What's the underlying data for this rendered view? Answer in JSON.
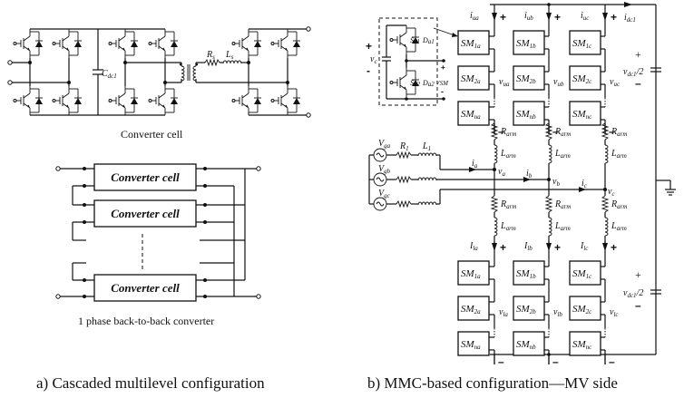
{
  "panel_a": {
    "converter_cell_caption": "Converter cell",
    "capacitor_label": "C",
    "capacitor_sub": "dc1",
    "rs_label": "R",
    "rs_sub": "s",
    "ls_label": "L",
    "ls_sub": "s",
    "cascade_boxes": [
      "Converter cell",
      "Converter cell",
      "Converter cell"
    ],
    "cascade_caption": "1 phase back-to-back converter",
    "caption": "a) Cascaded multilevel configuration"
  },
  "panel_b": {
    "caption": "b) MMC-based configuration—MV side",
    "submodule": {
      "vc": "v",
      "vc_sub": "c",
      "sa1": "S",
      "sa1_sub": "a1",
      "da1": "D",
      "da1_sub": "a1",
      "sa2": "S",
      "sa2_sub": "a2",
      "da2": "D",
      "da2_sub": "a2",
      "vsm": "v",
      "vsm_sub": "SM",
      "plus": "+",
      "minus": "-"
    },
    "upper_arms": [
      {
        "current": "i",
        "current_sub": "ua",
        "voltage": "v",
        "voltage_sub": "ua",
        "modules": [
          [
            "SM",
            "1a"
          ],
          [
            "SM",
            "2a"
          ],
          [
            "SM",
            "na"
          ]
        ]
      },
      {
        "current": "i",
        "current_sub": "ub",
        "voltage": "v",
        "voltage_sub": "ub",
        "modules": [
          [
            "SM",
            "1b"
          ],
          [
            "SM",
            "2b"
          ],
          [
            "SM",
            "nb"
          ]
        ]
      },
      {
        "current": "i",
        "current_sub": "uc",
        "voltage": "v",
        "voltage_sub": "uc",
        "modules": [
          [
            "SM",
            "1c"
          ],
          [
            "SM",
            "2c"
          ],
          [
            "SM",
            "nc"
          ]
        ]
      }
    ],
    "lower_arms": [
      {
        "current": "I",
        "current_sub": "la",
        "voltage": "v",
        "voltage_sub": "la",
        "modules": [
          [
            "SM",
            "1a"
          ],
          [
            "SM",
            "2a"
          ],
          [
            "SM",
            "na"
          ]
        ]
      },
      {
        "current": "I",
        "current_sub": "lb",
        "voltage": "v",
        "voltage_sub": "lb",
        "modules": [
          [
            "SM",
            "1b"
          ],
          [
            "SM",
            "2b"
          ],
          [
            "SM",
            "nb"
          ]
        ]
      },
      {
        "current": "I",
        "current_sub": "lc",
        "voltage": "v",
        "voltage_sub": "lc",
        "modules": [
          [
            "SM",
            "1c"
          ],
          [
            "SM",
            "2c"
          ],
          [
            "SM",
            "nc"
          ]
        ]
      }
    ],
    "r_arm": "R",
    "r_arm_sub": "arm",
    "l_arm": "L",
    "l_arm_sub": "arm",
    "sources": [
      {
        "label": "V",
        "sub": "ga"
      },
      {
        "label": "V",
        "sub": "gb"
      },
      {
        "label": "V",
        "sub": "gc"
      }
    ],
    "r1": "R",
    "r1_sub": "1",
    "l1": "L",
    "l1_sub": "1",
    "phase_currents": [
      [
        "i",
        "a"
      ],
      [
        "i",
        "b"
      ],
      [
        "i",
        "c"
      ]
    ],
    "phase_voltages": [
      [
        "v",
        "a"
      ],
      [
        "v",
        "b"
      ],
      [
        "v",
        "c"
      ]
    ],
    "idc": "i",
    "idc_sub": "dc1",
    "vdc_half": "v",
    "vdc_half_sub": "dc1",
    "vdc_half_suffix": "/2",
    "plus": "+",
    "minus": "–"
  }
}
